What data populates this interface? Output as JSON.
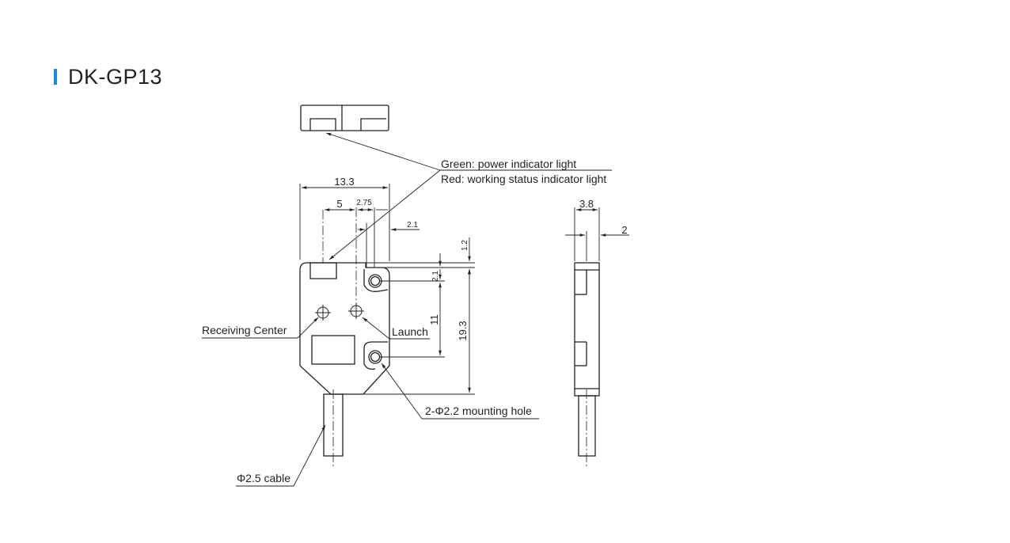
{
  "title": "DK-GP13",
  "labels": {
    "green": "Green: power indicator light",
    "red": "Red: working status indicator light",
    "receiving": "Receiving Center",
    "launch": "Launch",
    "mounting": "2-Φ2.2 mounting hole",
    "cable": "Φ2.5 cable"
  },
  "dims": {
    "w133": "13.3",
    "d5": "5",
    "d275": "2.75",
    "d21_top": "2.1",
    "d12": "1.2",
    "d21_side": "2.1",
    "d11": "11",
    "d193": "19.3",
    "d38": "3.8",
    "d2": "2"
  },
  "colors": {
    "accent": "#1a8ad4",
    "line": "#222222"
  }
}
